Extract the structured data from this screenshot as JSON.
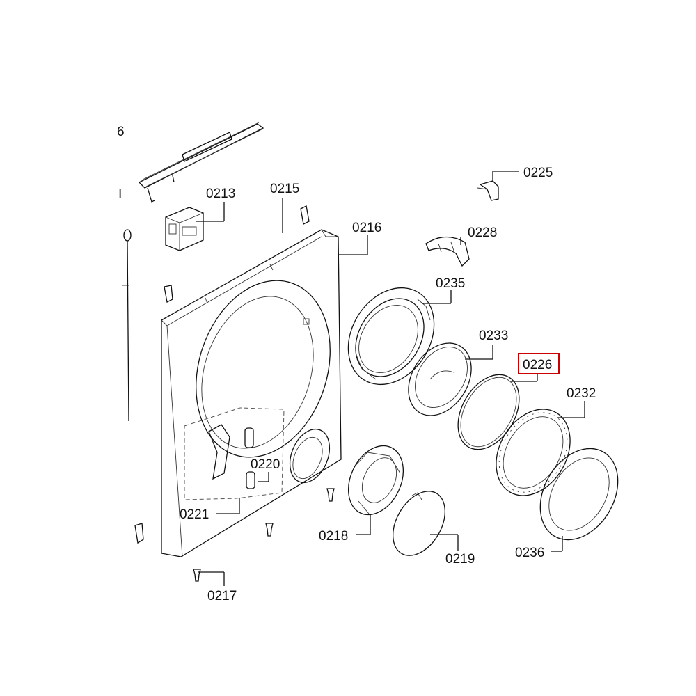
{
  "highlight_color": "#cc0000",
  "labels": {
    "p0213": "0213",
    "p0215": "0215",
    "p0216": "0216",
    "p0217": "0217",
    "p0218": "0218",
    "p0219": "0219",
    "p0220": "0220",
    "p0221": "0221",
    "p0225": "0225",
    "p0226": "0226",
    "p0228": "0228",
    "p0232": "0232",
    "p0233": "0233",
    "p0235": "0235",
    "p0236": "0236",
    "edge_top": "6",
    "edge_mid": "I"
  },
  "highlighted_part": "0226"
}
